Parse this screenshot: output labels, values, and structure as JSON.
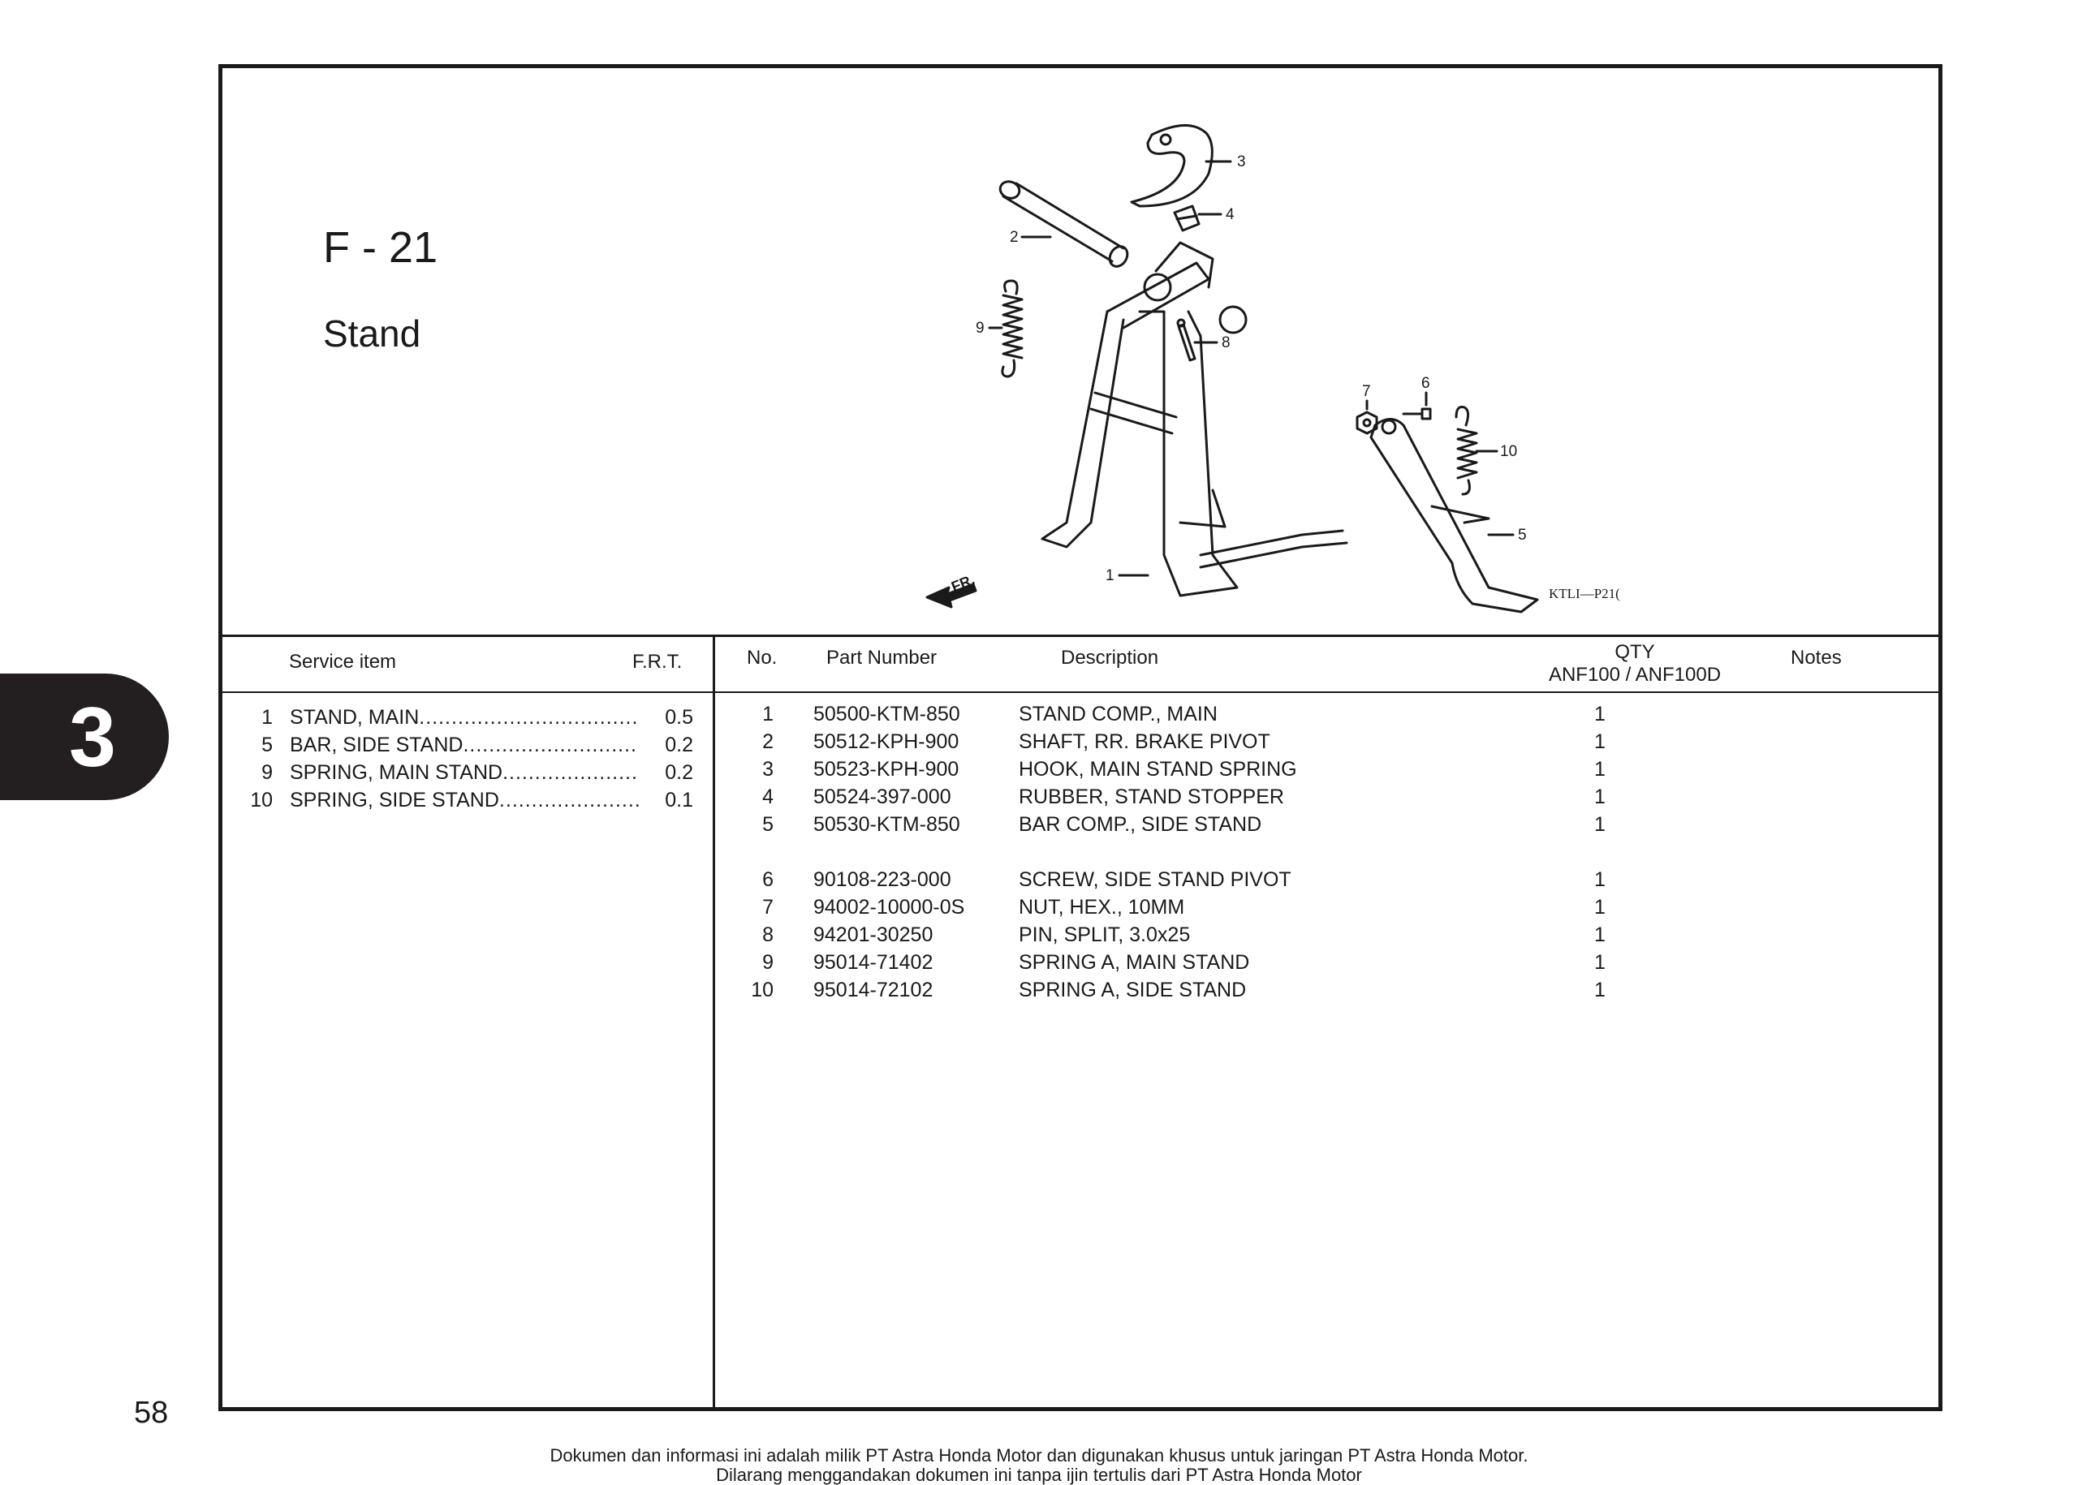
{
  "figure": {
    "code": "F - 21",
    "title": "Stand",
    "drawing_code": "KTLI—P21(",
    "front_marker": "FR.",
    "callouts": [
      "1",
      "2",
      "3",
      "4",
      "5",
      "6",
      "7",
      "8",
      "9",
      "10"
    ]
  },
  "headers": {
    "service_item": "Service item",
    "frt": "F.R.T.",
    "no": "No.",
    "part_number": "Part Number",
    "description": "Description",
    "qty": "QTY",
    "qty_models": "ANF100 / ANF100D",
    "notes": "Notes"
  },
  "service_items": [
    {
      "no": "1",
      "name": "STAND, MAIN",
      "frt": "0.5"
    },
    {
      "no": "5",
      "name": "BAR, SIDE STAND",
      "frt": "0.2"
    },
    {
      "no": "9",
      "name": "SPRING, MAIN STAND",
      "frt": "0.2"
    },
    {
      "no": "10",
      "name": "SPRING, SIDE STAND",
      "frt": "0.1"
    }
  ],
  "parts": [
    {
      "no": "1",
      "part_number": "50500-KTM-850",
      "description": "STAND COMP., MAIN",
      "qty": "1"
    },
    {
      "no": "2",
      "part_number": "50512-KPH-900",
      "description": "SHAFT, RR. BRAKE PIVOT",
      "qty": "1"
    },
    {
      "no": "3",
      "part_number": "50523-KPH-900",
      "description": "HOOK, MAIN STAND SPRING",
      "qty": "1"
    },
    {
      "no": "4",
      "part_number": "50524-397-000",
      "description": "RUBBER, STAND STOPPER",
      "qty": "1"
    },
    {
      "no": "5",
      "part_number": "50530-KTM-850",
      "description": "BAR COMP., SIDE STAND",
      "qty": "1"
    },
    {
      "no": "6",
      "part_number": "90108-223-000",
      "description": "SCREW, SIDE STAND PIVOT",
      "qty": "1"
    },
    {
      "no": "7",
      "part_number": "94002-10000-0S",
      "description": "NUT, HEX., 10MM",
      "qty": "1"
    },
    {
      "no": "8",
      "part_number": "94201-30250",
      "description": "PIN, SPLIT, 3.0x25",
      "qty": "1"
    },
    {
      "no": "9",
      "part_number": "95014-71402",
      "description": "SPRING A, MAIN STAND",
      "qty": "1"
    },
    {
      "no": "10",
      "part_number": "95014-72102",
      "description": "SPRING A, SIDE STAND",
      "qty": "1"
    }
  ],
  "section_tab": "3",
  "page_number": "58",
  "footer": {
    "line1": "Dokumen dan informasi ini adalah milik PT Astra Honda Motor dan digunakan khusus untuk jaringan PT Astra Honda Motor.",
    "line2": "Dilarang menggandakan dokumen ini tanpa ijin tertulis dari PT Astra Honda Motor"
  },
  "colors": {
    "ink": "#1a1a1a",
    "tab": "#231f20"
  }
}
